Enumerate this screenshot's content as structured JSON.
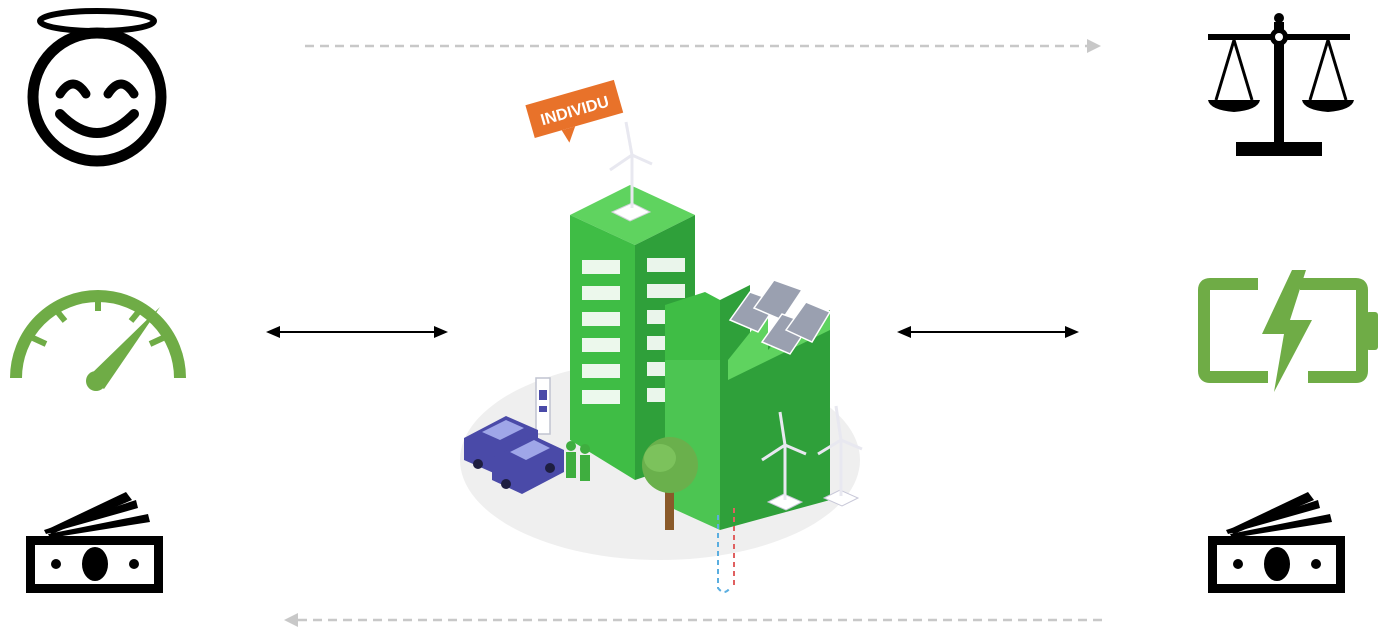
{
  "banner": {
    "label": "INDIVIDU"
  },
  "colors": {
    "green": "#6fac46",
    "building_light": "#5fd35f",
    "building_mid": "#3fbd45",
    "building_dark": "#2fa03a",
    "sign_orange": "#e8722a",
    "car_purple": "#4a4aa8",
    "arrow_gray": "#c8c8c8",
    "black": "#000000"
  },
  "icons": {
    "left": [
      "halo-smiley-icon",
      "speedometer-icon",
      "money-icon"
    ],
    "right": [
      "balance-scale-icon",
      "battery-charging-icon",
      "money-icon"
    ]
  },
  "arrows": [
    "dashed-arrow-right-top",
    "dashed-arrow-left-bottom",
    "double-arrow-left",
    "double-arrow-right"
  ]
}
